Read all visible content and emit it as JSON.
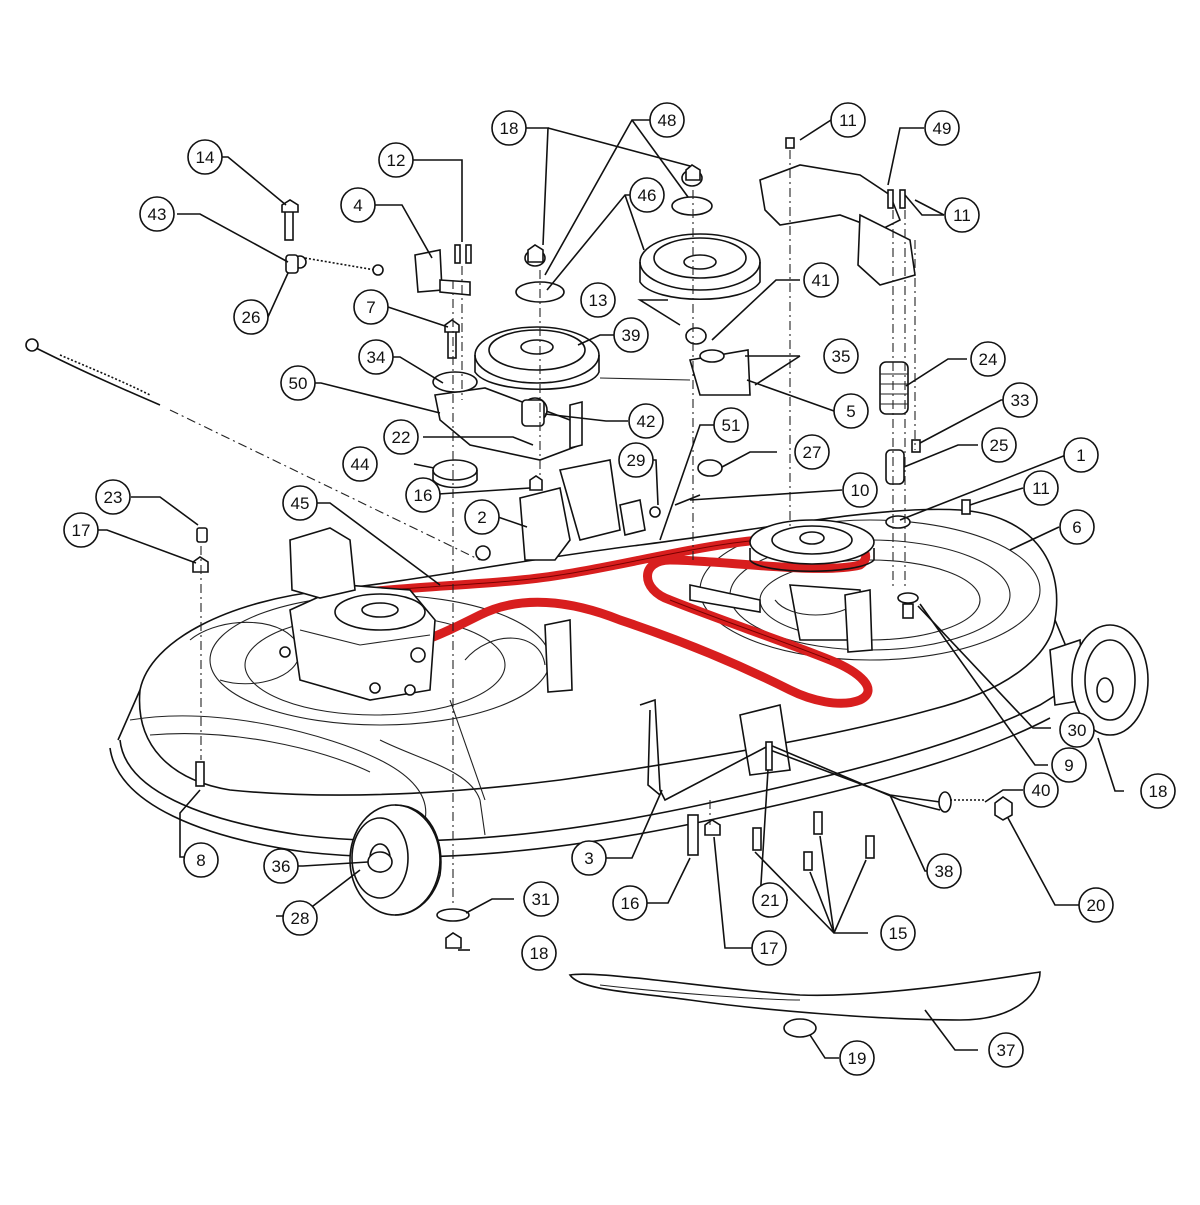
{
  "diagram": {
    "callouts": [
      {
        "num": "1"
      },
      {
        "num": "2"
      },
      {
        "num": "3"
      },
      {
        "num": "4"
      },
      {
        "num": "5"
      },
      {
        "num": "6"
      },
      {
        "num": "7"
      },
      {
        "num": "8"
      },
      {
        "num": "9"
      },
      {
        "num": "10"
      },
      {
        "num": "11"
      },
      {
        "num": "11"
      },
      {
        "num": "11"
      },
      {
        "num": "12"
      },
      {
        "num": "13"
      },
      {
        "num": "14"
      },
      {
        "num": "15"
      },
      {
        "num": "16"
      },
      {
        "num": "16"
      },
      {
        "num": "17"
      },
      {
        "num": "17"
      },
      {
        "num": "18"
      },
      {
        "num": "18"
      },
      {
        "num": "18"
      },
      {
        "num": "19"
      },
      {
        "num": "20"
      },
      {
        "num": "21"
      },
      {
        "num": "22"
      },
      {
        "num": "23"
      },
      {
        "num": "24"
      },
      {
        "num": "25"
      },
      {
        "num": "26"
      },
      {
        "num": "27"
      },
      {
        "num": "28"
      },
      {
        "num": "29"
      },
      {
        "num": "30"
      },
      {
        "num": "31"
      },
      {
        "num": "33"
      },
      {
        "num": "34"
      },
      {
        "num": "35"
      },
      {
        "num": "36"
      },
      {
        "num": "37"
      },
      {
        "num": "38"
      },
      {
        "num": "39"
      },
      {
        "num": "40"
      },
      {
        "num": "41"
      },
      {
        "num": "42"
      },
      {
        "num": "43"
      },
      {
        "num": "44"
      },
      {
        "num": "45"
      },
      {
        "num": "46"
      },
      {
        "num": "48"
      },
      {
        "num": "49"
      },
      {
        "num": "50"
      },
      {
        "num": "51"
      }
    ],
    "colors": {
      "belt": "#d81e1e",
      "line": "#111111",
      "background": "#ffffff"
    }
  }
}
